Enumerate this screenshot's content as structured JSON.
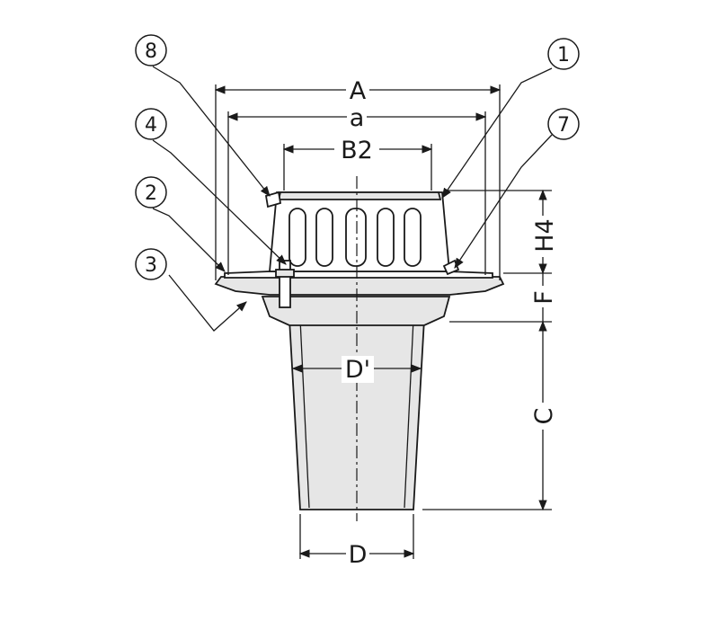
{
  "dimensions": {
    "A": "A",
    "a": "a",
    "B2": "B2",
    "H4": "H4",
    "F": "F",
    "C": "C",
    "D_prime": "D'",
    "D": "D"
  },
  "callouts": {
    "n1": "1",
    "n2": "2",
    "n3": "3",
    "n4": "4",
    "n7": "7",
    "n8": "8"
  },
  "colors": {
    "line": "#1a1a1a",
    "fill": "#e6e6e6",
    "background": "#ffffff"
  }
}
